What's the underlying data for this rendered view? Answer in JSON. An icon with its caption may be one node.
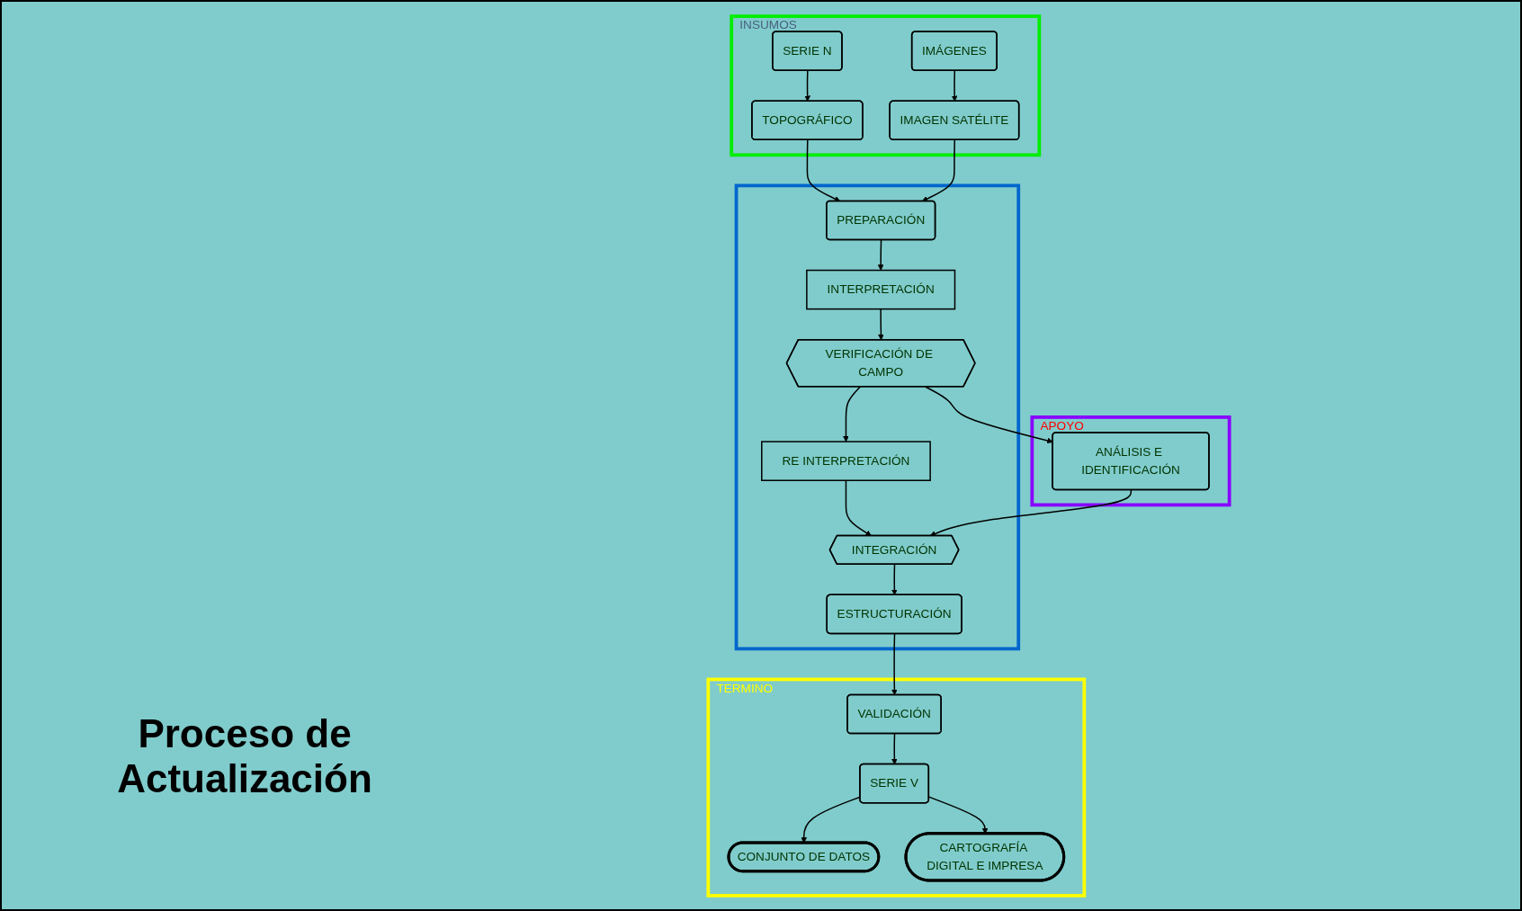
{
  "diagram": {
    "title": "Proceso de Actualización",
    "nodes": [
      {
        "text": [],
        "shape": "box"
      },
      {
        "text": [
          "PREPARACIÓN"
        ],
        "in": 0
      },
      {
        "text": [
          "INTERPRETACIÓN"
        ],
        "in": 0
      },
      {
        "text": [
          "VERIFICACIÓN DE CAMPO"
        ],
        "in": 0
      },
      {
        "text": [
          "RE INTERPRETACIÓN"
        ],
        "in": 0
      },
      {
        "text": [
          "INTEGRACIÓN"
        ],
        "in": 0
      },
      {
        "text": [
          "ESTRUCTURACIÓN"
        ],
        "in": 0
      },
      {
        "text": [
          "INSUMOS"
        ]
      },
      {
        "text": [
          "TOPOGRÁFICO"
        ],
        "in": 7
      },
      {
        "text": [
          "IMAGEN SATÉLITE"
        ],
        "in": 7
      },
      {
        "text": [
          "SERIE N"
        ],
        "in": 7
      },
      {
        "text": [
          "IMÁGENES"
        ],
        "in": 7
      },
      {
        "text": [
          "APOYO"
        ]
      },
      {
        "text": [
          "ANÁLISIS E IDENTIFICACIÓN"
        ],
        "in": 12
      },
      {
        "text": [
          "TERMINO"
        ]
      },
      {
        "text": [
          "VALIDACIÓN"
        ],
        "in": 14
      },
      {
        "text": [
          "SERIE V"
        ],
        "in": 14
      },
      {
        "text": [
          "CONJUNTO DE DATOS"
        ],
        "in": 14
      },
      {
        "text": [
          "CARTOGRAFÍA DIGITAL E IMPRESA"
        ],
        "in": 14
      }
    ],
    "edges": [
      {
        "from": 1,
        "to": 2,
        "arrow": "to"
      },
      {
        "from": 2,
        "to": 3,
        "arrow": "to"
      },
      {
        "from": 3,
        "to": 4,
        "arrow": "to"
      },
      {
        "from": 8,
        "to": 1,
        "arrow": "to"
      },
      {
        "from": 9,
        "to": 1,
        "arrow": "to"
      },
      {
        "from": 10,
        "to": 8,
        "arrow": "to"
      },
      {
        "from": 11,
        "to": 9,
        "arrow": "to"
      },
      {
        "from": 3,
        "to": 13,
        "arrow": "to"
      },
      {
        "from": 4,
        "to": 5,
        "arrow": "to"
      },
      {
        "from": 13,
        "to": 5,
        "arrow": "to"
      },
      {
        "from": 5,
        "to": 6,
        "arrow": "to"
      },
      {
        "from": 6,
        "to": 15,
        "arrow": "to"
      },
      {
        "from": 15,
        "to": 16,
        "arrow": "to"
      },
      {
        "from": 16,
        "to": 17,
        "arrow": "to"
      },
      {
        "from": 16,
        "to": 18,
        "arrow": "to"
      }
    ]
  }
}
